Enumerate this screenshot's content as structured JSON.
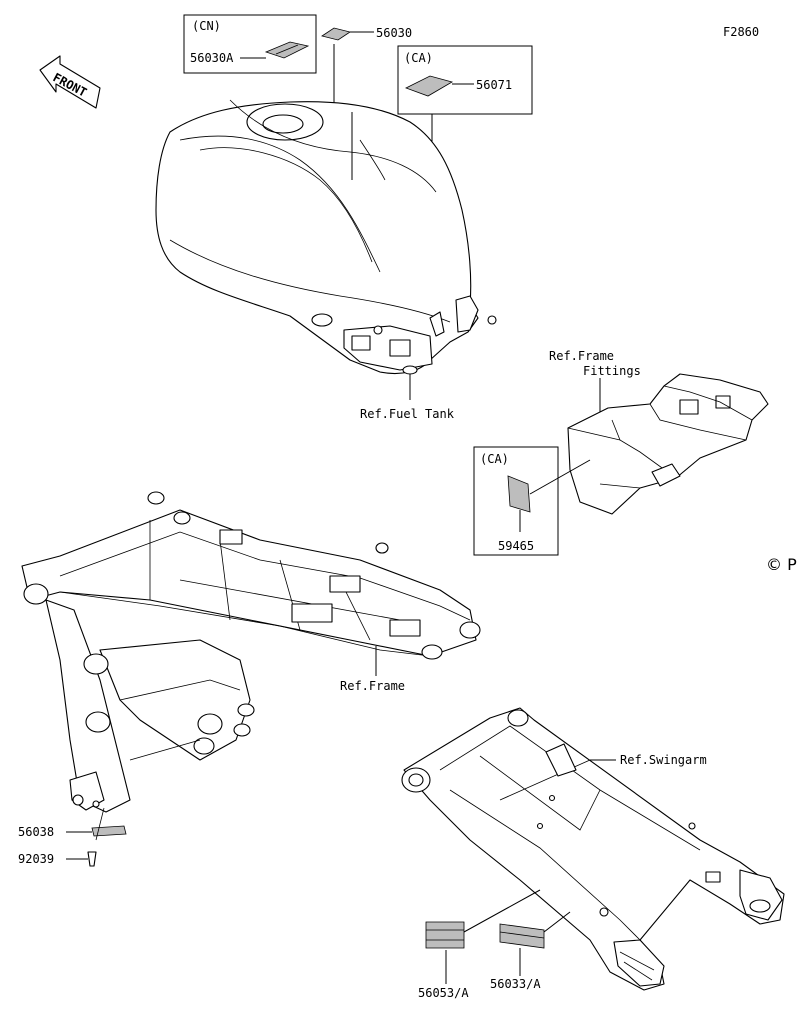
{
  "figure_code": "F2860",
  "front_label": "FRONT",
  "copyright_mark": "© P",
  "groups": {
    "cn": "(CN)",
    "ca_tank": "(CA)",
    "ca_fittings": "(CA)"
  },
  "parts": {
    "p56030a": "56030A",
    "p56030": "56030",
    "p56071": "56071",
    "p59465": "59465",
    "p56038": "56038",
    "p92039": "92039",
    "p56053": "56053/A",
    "p56033": "56033/A"
  },
  "refs": {
    "fuel_tank": "Ref.Fuel Tank",
    "frame_fittings_1": "Ref.Frame",
    "frame_fittings_2": "Fittings",
    "frame": "Ref.Frame",
    "swingarm": "Ref.Swingarm"
  }
}
